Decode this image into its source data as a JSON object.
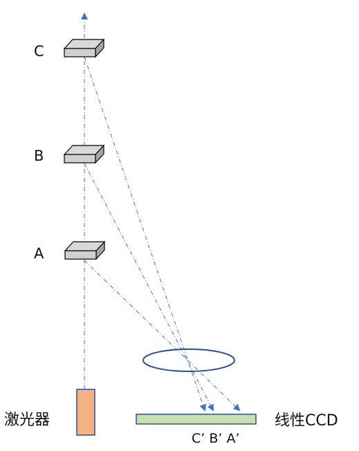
{
  "labels": {
    "position_c": "C",
    "position_b": "B",
    "position_a": "A",
    "laser": "激光器",
    "sensor": "线性CCD",
    "image_points": "C’ B’ A’"
  },
  "colors": {
    "beam": "#4472c4",
    "lens": "#2f4f8f",
    "laser_fill": "#f4b183",
    "laser_stroke": "#2f4f8f",
    "ccd_fill": "#c6e0b4",
    "ccd_stroke": "#2f4f8f",
    "block_top": "#d9d9d9",
    "block_front": "#d0d0d0",
    "block_side": "#a6a6a6",
    "block_stroke": "#000000"
  }
}
